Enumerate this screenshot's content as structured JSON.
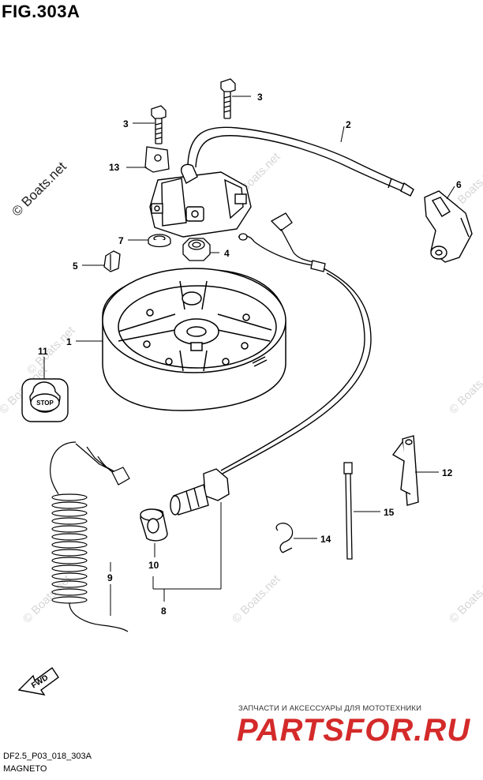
{
  "figure": {
    "title": "FIG.303A",
    "code": "DF2.5_P03_018_303A",
    "name": "MAGNETO"
  },
  "watermarks": {
    "main": "© Boats.net",
    "light": "© Boats.net"
  },
  "callouts": [
    "1",
    "2",
    "3",
    "3",
    "4",
    "5",
    "6",
    "7",
    "8",
    "9",
    "10",
    "11",
    "12",
    "13",
    "14",
    "15"
  ],
  "stop_label": "STOP",
  "fwd_label": "FWD",
  "promo": {
    "subtitle": "ЗАПЧАСТИ И АКСЕССУАРЫ ДЛЯ МОТОТЕХНИКИ",
    "brand": "PARTSFOR.RU"
  }
}
